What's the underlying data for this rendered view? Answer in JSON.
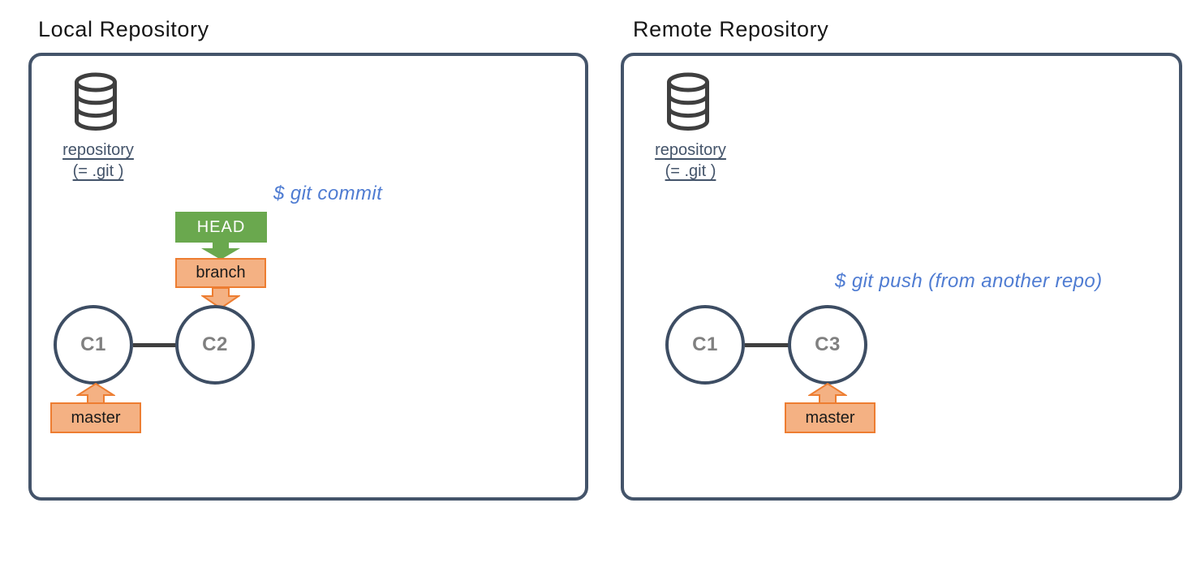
{
  "colors": {
    "panel-border": "#44546A",
    "node-border": "#3D4D63",
    "connector": "#3F3F3F",
    "green": "#6AA84E",
    "orange-fill": "#F4B183",
    "orange-border": "#ED7D31",
    "blue-command": "#4F7CD2",
    "repo-text": "#44546A",
    "commit-text": "#808080",
    "icon-stroke": "#3F3F3F"
  },
  "panels": [
    {
      "title": "Local Repository",
      "repository": {
        "label": "repository",
        "sublabel": "(= .git )"
      },
      "command": "$ git commit",
      "pointers": {
        "head": "HEAD",
        "branch": "branch",
        "master": "master"
      },
      "commits": [
        "C1",
        "C2"
      ]
    },
    {
      "title": "Remote Repository",
      "repository": {
        "label": "repository",
        "sublabel": "(= .git )"
      },
      "command": "$ git push (from another repo)",
      "pointers": {
        "master": "master"
      },
      "commits": [
        "C1",
        "C3"
      ]
    }
  ]
}
